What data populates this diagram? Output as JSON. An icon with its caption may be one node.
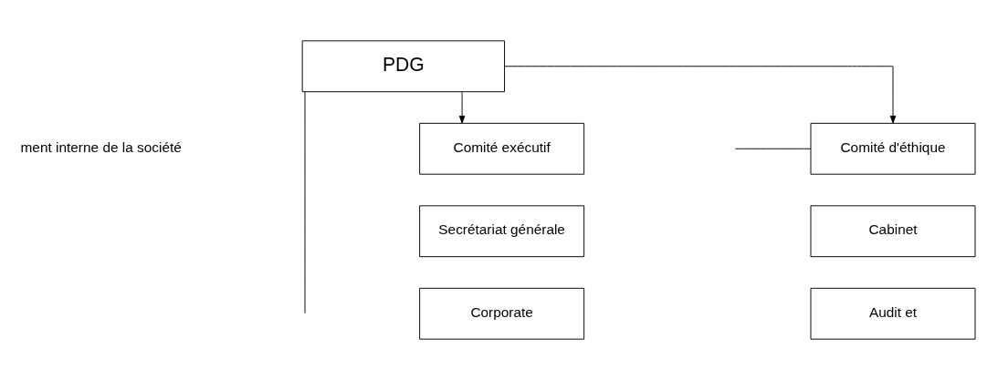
{
  "diagram": {
    "nodes": [
      {
        "text": [
          "PDG"
        ]
      },
      {
        "text": [
          "Comité exécutif"
        ]
      },
      {
        "text": [
          "Secrétariat générale"
        ]
      },
      {
        "text": [
          "Corporate"
        ]
      },
      {
        "text": [
          "Comité d'éthique"
        ]
      },
      {
        "text": [
          "Cabinet"
        ]
      },
      {
        "text": [
          "Audit et"
        ]
      }
    ],
    "edges": [
      {
        "from": 0,
        "to": 1,
        "arrow": "to"
      },
      {
        "from": 0,
        "to": 4,
        "arrow": "to"
      },
      {
        "from": 0,
        "to": null,
        "arrow": "none"
      },
      {
        "from": null,
        "to": 4,
        "arrow": "none"
      }
    ],
    "labels": [
      "ment interne de la société"
    ]
  }
}
